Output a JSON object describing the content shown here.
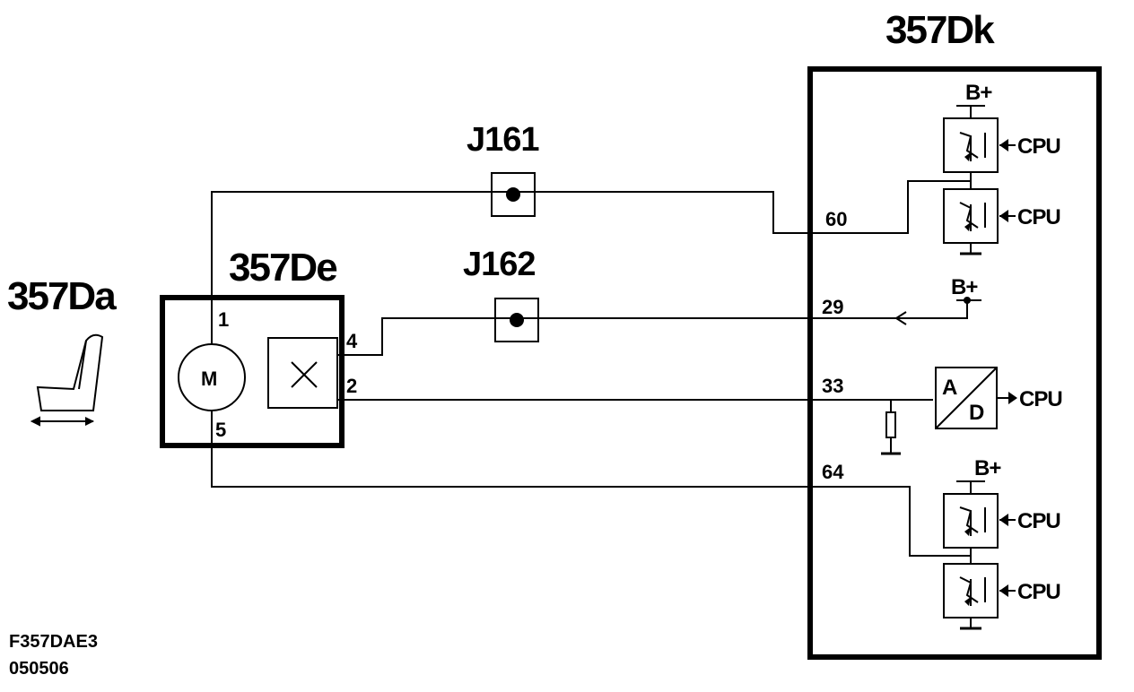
{
  "components": {
    "seat": {
      "label": "357Da"
    },
    "motor_unit": {
      "label": "357De",
      "motor_symbol": "M"
    },
    "ecu": {
      "label": "357Dk"
    },
    "connector_1": {
      "label": "J161"
    },
    "connector_2": {
      "label": "J162"
    }
  },
  "pins": {
    "motor_1": "1",
    "motor_4": "4",
    "motor_2": "2",
    "motor_5": "5",
    "ecu_60": "60",
    "ecu_29": "29",
    "ecu_33": "33",
    "ecu_64": "64"
  },
  "ecu_internal": {
    "supply_top": "B+",
    "supply_mid": "B+",
    "supply_bottom": "B+",
    "cpu_1": "CPU",
    "cpu_2": "CPU",
    "cpu_3": "CPU",
    "cpu_4": "CPU",
    "cpu_5": "CPU",
    "adc_a": "A",
    "adc_d": "D"
  },
  "footer": {
    "drawing_id": "F357DAE3",
    "date_code": "050506"
  }
}
